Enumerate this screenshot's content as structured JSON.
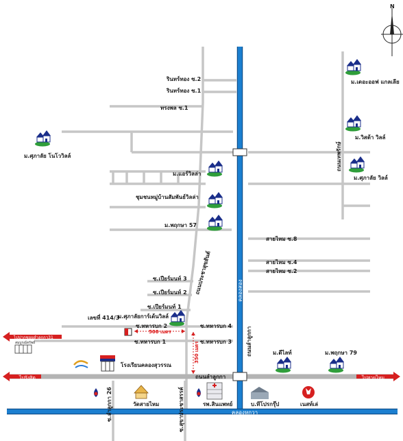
{
  "compass": {
    "north_label": "N"
  },
  "colors": {
    "canal": "#1b7fd0",
    "road": "#c6c6c6",
    "arrow": "#d62020",
    "house_roof": "#1a2e8a",
    "lawn": "#2f9e3a"
  },
  "labels": {
    "inthong2": "รินทร์ทอง ซ.2",
    "inthong1": "รินทร์ทอง ซ.1",
    "songphon1": "ทรงพล ซ.1",
    "m_sukalai_nova": "ม.ศุภาลัย โนโววิลล์",
    "m_aeroville": "ม.แอร์วิลล่า",
    "chumchon": "ชุมชนหมู่บ้านสัมพันธ์วิลล่า",
    "m_phruksa57": "ม.พฤกษา 57",
    "m_grand": "ม.เดอะออฟ แกลเลีย",
    "m_visita": "ม.วิสต้า วิลล์",
    "m_sukalai_ville": "ม.ศุภาลัย วิลล์",
    "saimai8": "สายไหม ซ.8",
    "saimai4": "สายไหม ซ.4",
    "saimai2": "สายไหม ซ.2",
    "prueksa3": "ซ.เปียร์มนท์ 3",
    "prueksa2": "ซ.เปียร์มนท์ 2",
    "prueksa1": "ซ.เปียร์มนท์ 1",
    "lot_number": "เลขที่ 414/3",
    "m_sukalai_garden": "ม.ศุภาลัยการ์เด้นวิลล์",
    "thahanbok2": "ซ.ทหารบก 2",
    "thahanbok1": "ซ.ทหารบก 1",
    "thahanbok4": "ซ.ทหารบก 4",
    "thahanbok3": "ซ.ทหารบก 3",
    "dist_500": "500 เมตร",
    "dist_350": "350 เมตร",
    "to_lumlukka31": "ไปปากซอยลำลูกกา31",
    "school": "โรงเรียนคลองสุวรรณ",
    "main_road": "ถนนลำลูกกา",
    "to_rangsit": "ไปรังสิต",
    "to_saimai": "ไปสายไหม",
    "m_delight": "ม.ดีไลท์",
    "m_phruksa79": "ม.พฤกษา 79",
    "wat_saimai": "วัดสายไหม",
    "hospital": "รพ.สินแพทย์",
    "hypermarket": "บ.ทีโปรกรุ๊ป",
    "nestle": "เนสท์เล่",
    "canal_bottom": "คลองหกวา",
    "canal_vertical": "คลองสอง",
    "road_vertical_left": "ถนนประชาสุขสันต์",
    "road_vertical_right": "ถนนลำลูกกา",
    "road_far_right": "ถนนเทพรักษ์",
    "road_bottom_left": "ซ.ลำลูกกา 26",
    "road_bottom_mid": "ซ.สุขาประชาสรรค์",
    "small_sign": "สมบูรณ์ทรัพย์"
  }
}
